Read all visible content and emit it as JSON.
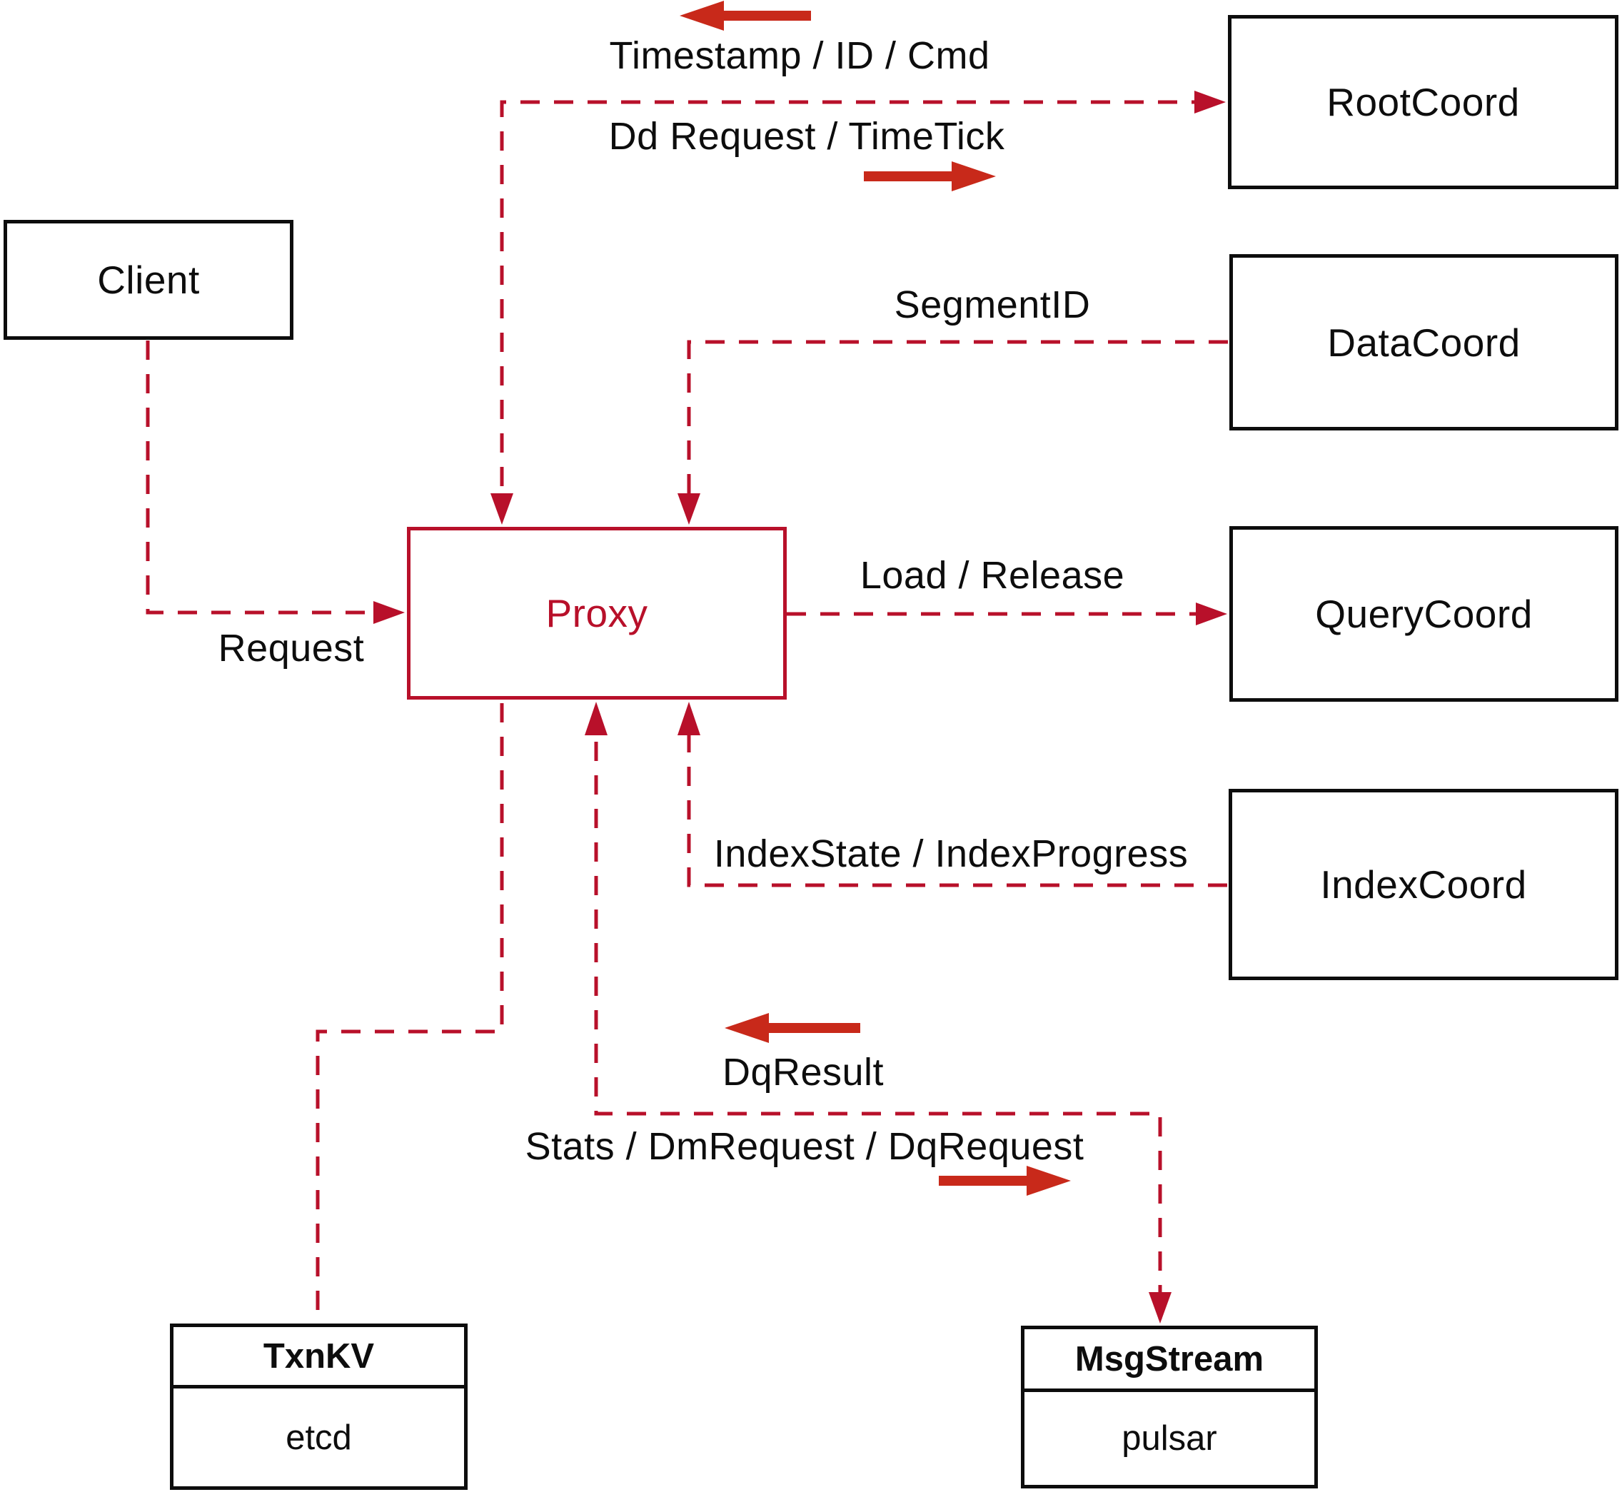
{
  "colors": {
    "line_red": "#b8102a",
    "flow_arrow_red": "#c8291a",
    "box_border_black": "#0d0d0d",
    "background": "#ffffff"
  },
  "nodes": {
    "client": {
      "label": "Client"
    },
    "proxy": {
      "label": "Proxy"
    },
    "rootcoord": {
      "label": "RootCoord"
    },
    "datacoord": {
      "label": "DataCoord"
    },
    "querycoord": {
      "label": "QueryCoord"
    },
    "indexcoord": {
      "label": "IndexCoord"
    },
    "txnkv": {
      "title": "TxnKV",
      "subtitle": "etcd"
    },
    "msgstream": {
      "title": "MsgStream",
      "subtitle": "pulsar"
    }
  },
  "edge_labels": {
    "request": "Request",
    "timestamp": "Timestamp / ID / Cmd",
    "dd_request": "Dd Request / TimeTick",
    "segment_id": "SegmentID",
    "load_release": "Load / Release",
    "index_state": "IndexState / IndexProgress",
    "dq_result": "DqResult",
    "stats": "Stats / DmRequest / DqRequest"
  },
  "flow_arrows": [
    {
      "name": "flow-arrow-left-top",
      "direction": "left",
      "meaning": "Timestamp / ID / Cmd flows to Proxy"
    },
    {
      "name": "flow-arrow-right-top",
      "direction": "right",
      "meaning": "Dd Request / TimeTick flows to RootCoord"
    },
    {
      "name": "flow-arrow-left-bottom",
      "direction": "left",
      "meaning": "DqResult flows to Proxy"
    },
    {
      "name": "flow-arrow-right-bottom",
      "direction": "right",
      "meaning": "Stats / DmRequest / DqRequest flows to MsgStream"
    }
  ]
}
